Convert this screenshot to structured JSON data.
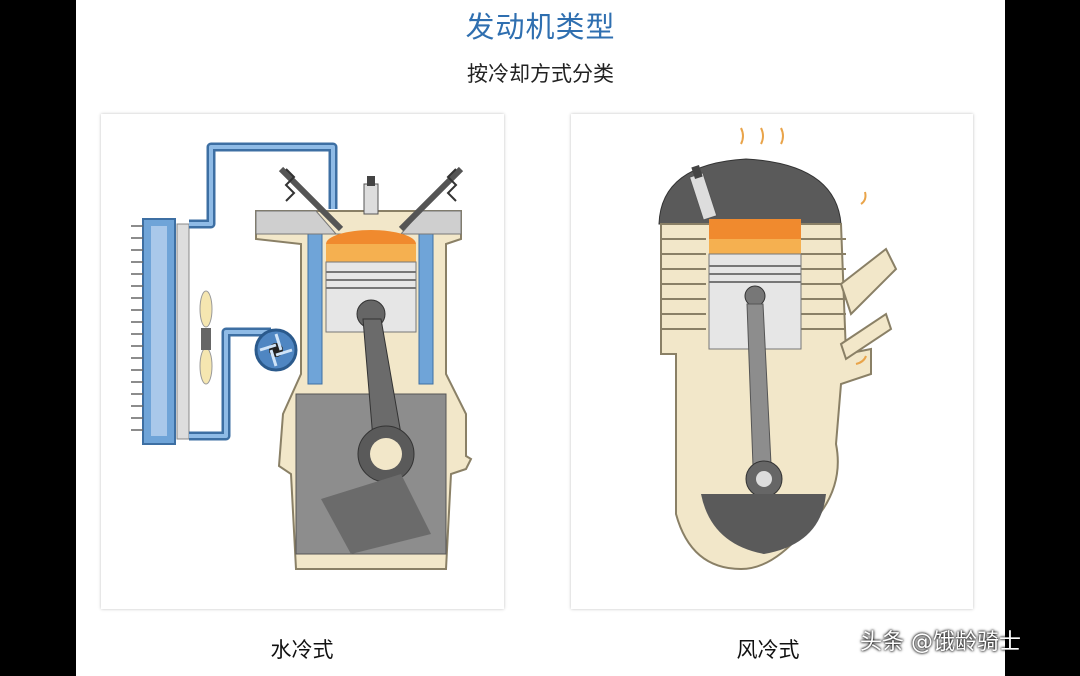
{
  "slide": {
    "title": "发动机类型",
    "subtitle": "按冷却方式分类"
  },
  "panels": [
    {
      "caption": "水冷式"
    },
    {
      "caption": "风冷式"
    }
  ],
  "watermark": "头条 @饿龄骑士",
  "colors": {
    "title": "#2f6fb0",
    "coolant": "#6fa4d8",
    "engine_body": "#f2e7c9",
    "combustion": "#f08a2e",
    "metal_dark": "#5a5a5a"
  }
}
